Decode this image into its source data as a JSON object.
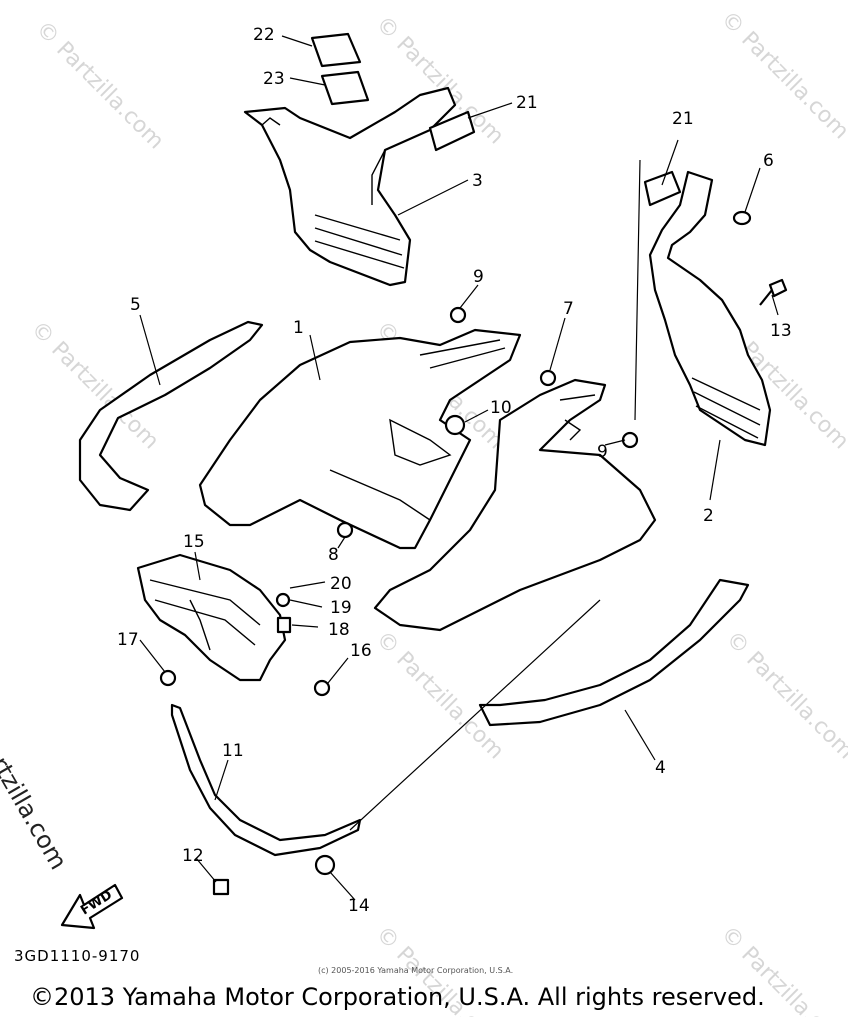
{
  "watermark": "© Partzilla.com",
  "diagram_code": "3GD1110-9170",
  "small_copyright": "(c) 2005-2016 Yamaha Motor Corporation, U.S.A.",
  "footer_copyright": "©2013 Yamaha Motor Corporation, U.S.A. All rights reserved.",
  "fwd_label": "FWD",
  "callouts": [
    "22",
    "23",
    "21",
    "3",
    "21",
    "6",
    "5",
    "1",
    "9",
    "7",
    "13",
    "10",
    "9",
    "2",
    "8",
    "15",
    "20",
    "19",
    "18",
    "17",
    "16",
    "4",
    "11",
    "12",
    "14"
  ]
}
